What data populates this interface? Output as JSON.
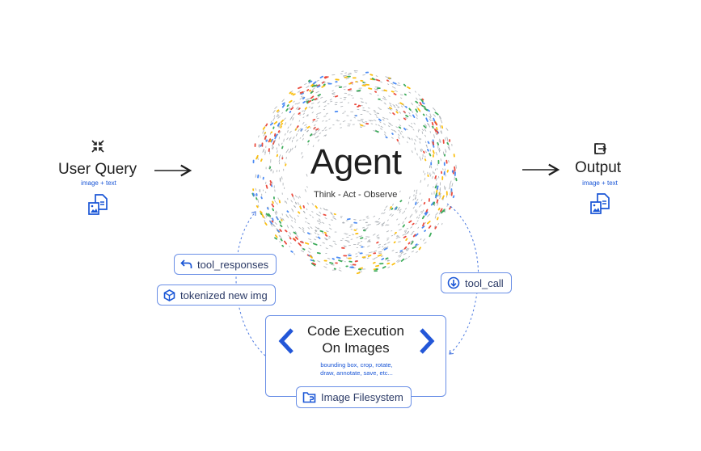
{
  "input": {
    "label": "User Query",
    "sublabel": "image + text",
    "icon": "collapse-arrows-icon",
    "doc_icon": "image-document-icon"
  },
  "output": {
    "label": "Output",
    "sublabel": "image + text",
    "icon": "exit-arrow-icon",
    "doc_icon": "image-document-icon"
  },
  "agent": {
    "title": "Agent",
    "subtitle": "Think - Act - Observe"
  },
  "pills": {
    "tool_responses": {
      "label": "tool_responses",
      "icon": "undo-arrow-icon"
    },
    "tokenized_img": {
      "label": "tokenized new img",
      "icon": "cube-icon"
    },
    "tool_call": {
      "label": "tool_call",
      "icon": "download-circle-icon"
    },
    "filesystem": {
      "label": "Image Filesystem",
      "icon": "folder-code-icon"
    }
  },
  "code_execution": {
    "title_line1": "Code Execution",
    "title_line2": "On Images",
    "description_line1": "bounding box, crop, rotate,",
    "description_line2": "draw, annotate, save, etc...",
    "icon": "code-brackets-icon"
  },
  "colors": {
    "accent_blue": "#1a56d6",
    "pill_border": "#6a8fe6",
    "text_dark": "#1f1f1f",
    "particle_palette": [
      "#ea4335",
      "#fbbc04",
      "#34a853",
      "#4285f4",
      "#9aa0a6"
    ]
  }
}
